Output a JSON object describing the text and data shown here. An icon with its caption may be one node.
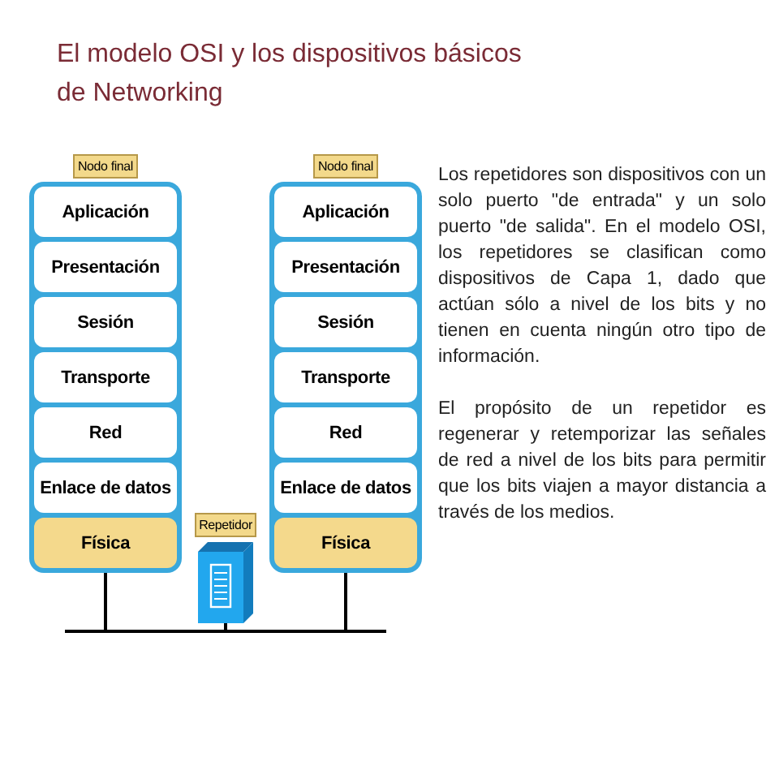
{
  "diagram": {
    "title": "El modelo OSI y los dispositivos básicos de Networking",
    "nodes": [
      {
        "text": [
          "Nodo final"
        ]
      },
      {
        "text": [
          "Aplicación"
        ],
        "in": 0
      },
      {
        "text": [
          "Presentación"
        ],
        "in": 0
      },
      {
        "text": [
          "Sesión"
        ],
        "in": 0
      },
      {
        "text": [
          "Transporte"
        ],
        "in": 0
      },
      {
        "text": [
          "Red"
        ],
        "in": 0
      },
      {
        "text": [
          "Enlace de datos"
        ],
        "in": 0
      },
      {
        "text": [
          "Física"
        ],
        "in": 0
      },
      {
        "text": [
          "Nodo final"
        ]
      },
      {
        "text": [
          "Aplicación"
        ],
        "in": 8
      },
      {
        "text": [
          "Presentación"
        ],
        "in": 8
      },
      {
        "text": [
          "Sesión"
        ],
        "in": 8
      },
      {
        "text": [
          "Transporte"
        ],
        "in": 8
      },
      {
        "text": [
          "Red"
        ],
        "in": 8
      },
      {
        "text": [
          "Enlace de datos"
        ],
        "in": 8
      },
      {
        "text": [
          "Física"
        ],
        "in": 8
      },
      {
        "text": [
          "Repetidor"
        ]
      },
      {
        "text": [],
        "shape": "bar"
      }
    ],
    "edges": [
      {
        "from": 7,
        "to": 17,
        "arrow": "none"
      },
      {
        "from": 16,
        "to": 17,
        "arrow": "none"
      },
      {
        "from": 15,
        "to": 17,
        "arrow": "none"
      }
    ],
    "labels": [
      "Los repetidores son dispositivos con un solo puerto \"de entrada\" y un solo puerto \"de salida\". En el modelo OSI, los repetidores se clasifican como dispositivos de Capa 1, dado que actúan sólo a nivel de los bits y no tienen en cuenta ningún otro tipo de información.",
      "El propósito de un repetidor es regenerar y retemporizar las señales de red a nivel de los bits para permitir que los bits viajen a mayor distancia a través de los medios."
    ]
  }
}
